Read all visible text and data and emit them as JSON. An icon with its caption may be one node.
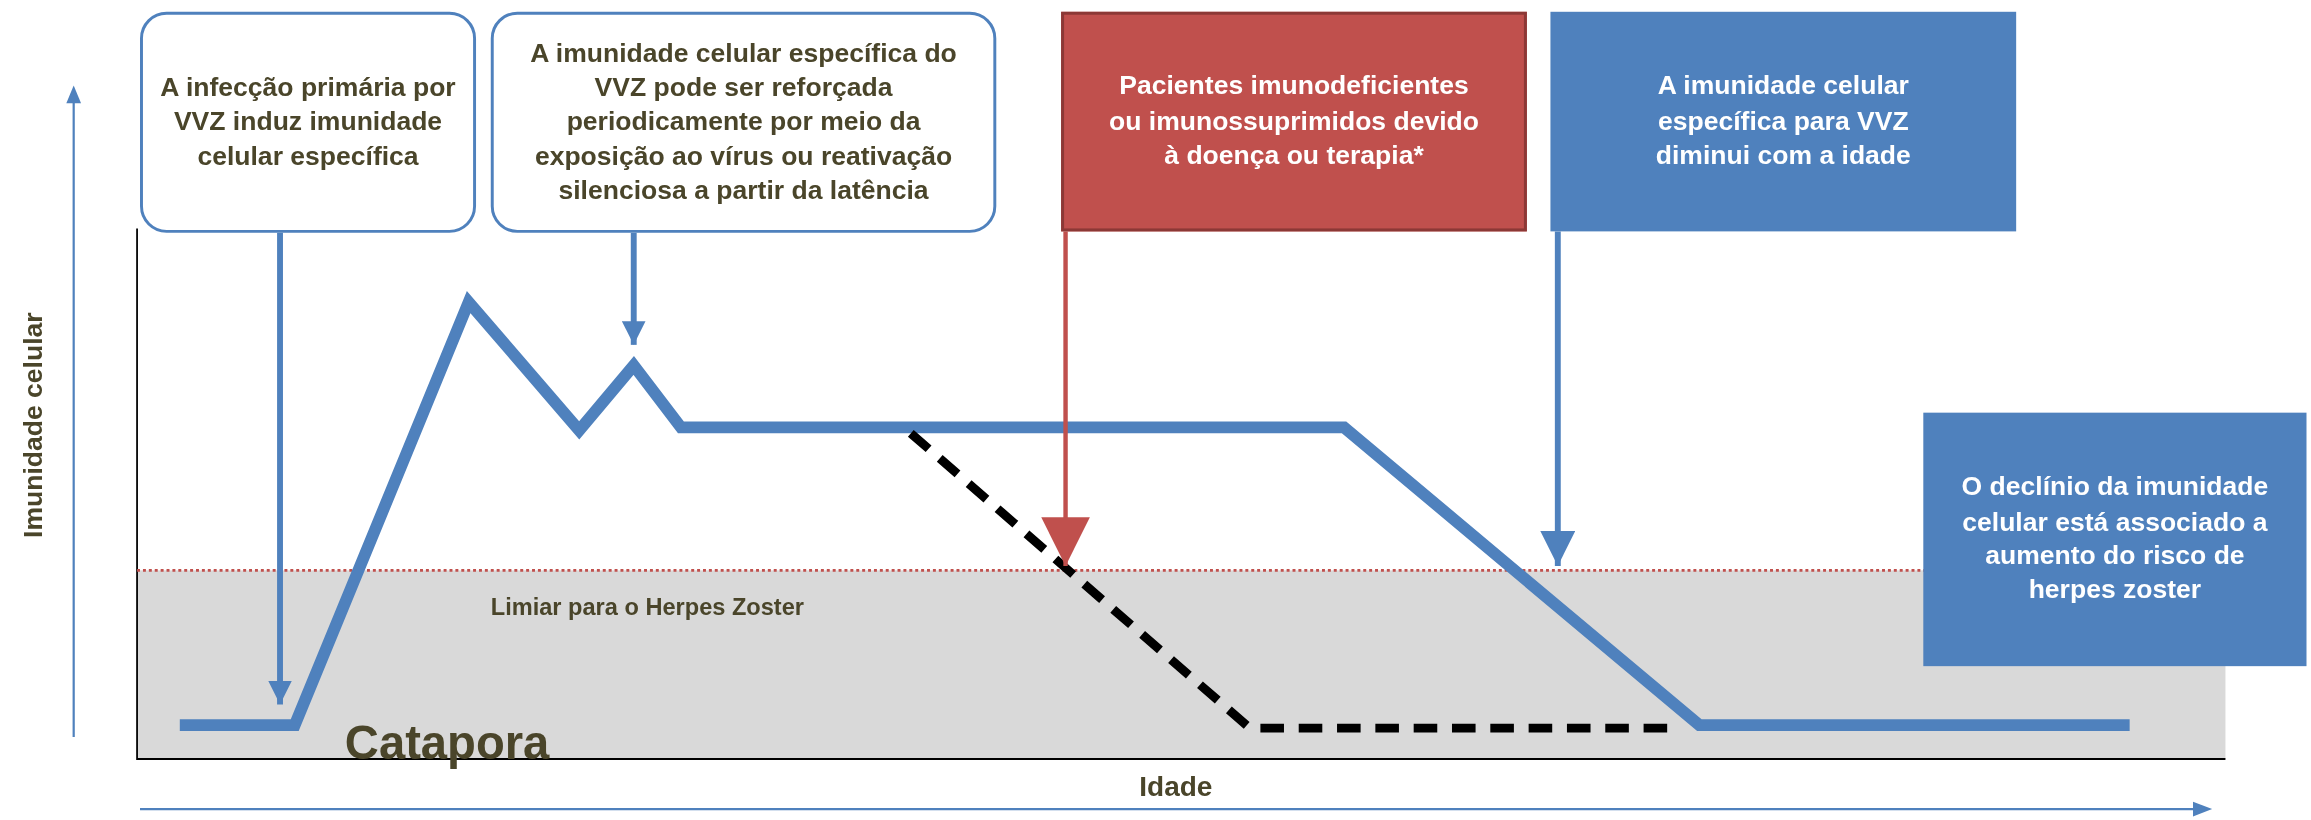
{
  "diagram": {
    "nodes": [
      {
        "text": [
          "A infecção primária por VVZ induz imunidade celular específica"
        ]
      },
      {
        "text": [
          "A imunidade celular específica do VVZ pode ser reforçada periodicamente por meio da exposição ao vírus ou reativação silenciosa a partir da latência"
        ]
      },
      {
        "text": [
          "Pacientes imunodeficientes ou imunossuprimidos devido à doença ou terapia*"
        ]
      },
      {
        "text": [
          "A imunidade celular específica para VVZ diminui com a idade"
        ]
      },
      {
        "text": [
          "O declínio da imunidade celular está associado a  aumento do risco de herpes zoster"
        ]
      }
    ],
    "edges": [
      {
        "from": 0,
        "to": null,
        "arrow": "to"
      },
      {
        "from": 1,
        "to": null,
        "arrow": "to"
      },
      {
        "from": 2,
        "to": null,
        "arrow": "to",
        "color": "#c0504d"
      },
      {
        "from": 3,
        "to": null,
        "arrow": "to"
      }
    ],
    "labels": [
      "Imunidade celular",
      "Limiar para o Herpes Zoster",
      "Catapora",
      "Idade"
    ]
  }
}
